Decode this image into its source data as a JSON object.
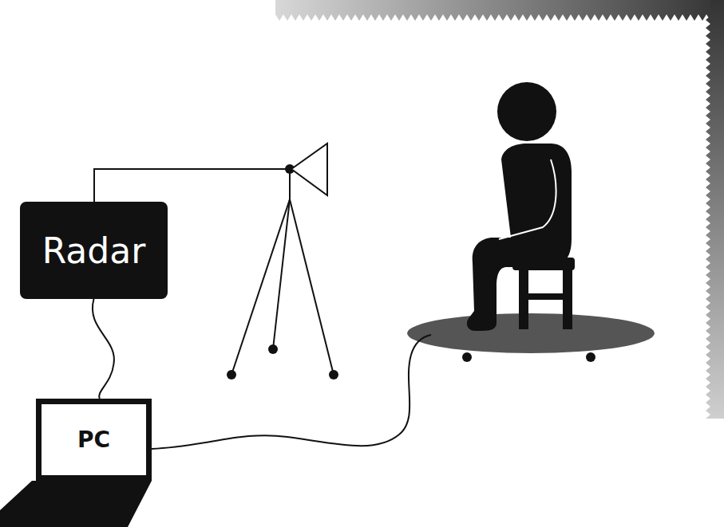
{
  "diagram": {
    "nodes": [
      {
        "text": [
          "Radar"
        ]
      },
      {
        "text": [
          "PC"
        ]
      }
    ],
    "edges": [
      {
        "from": 0,
        "to": 1,
        "arrow": "none"
      }
    ]
  }
}
